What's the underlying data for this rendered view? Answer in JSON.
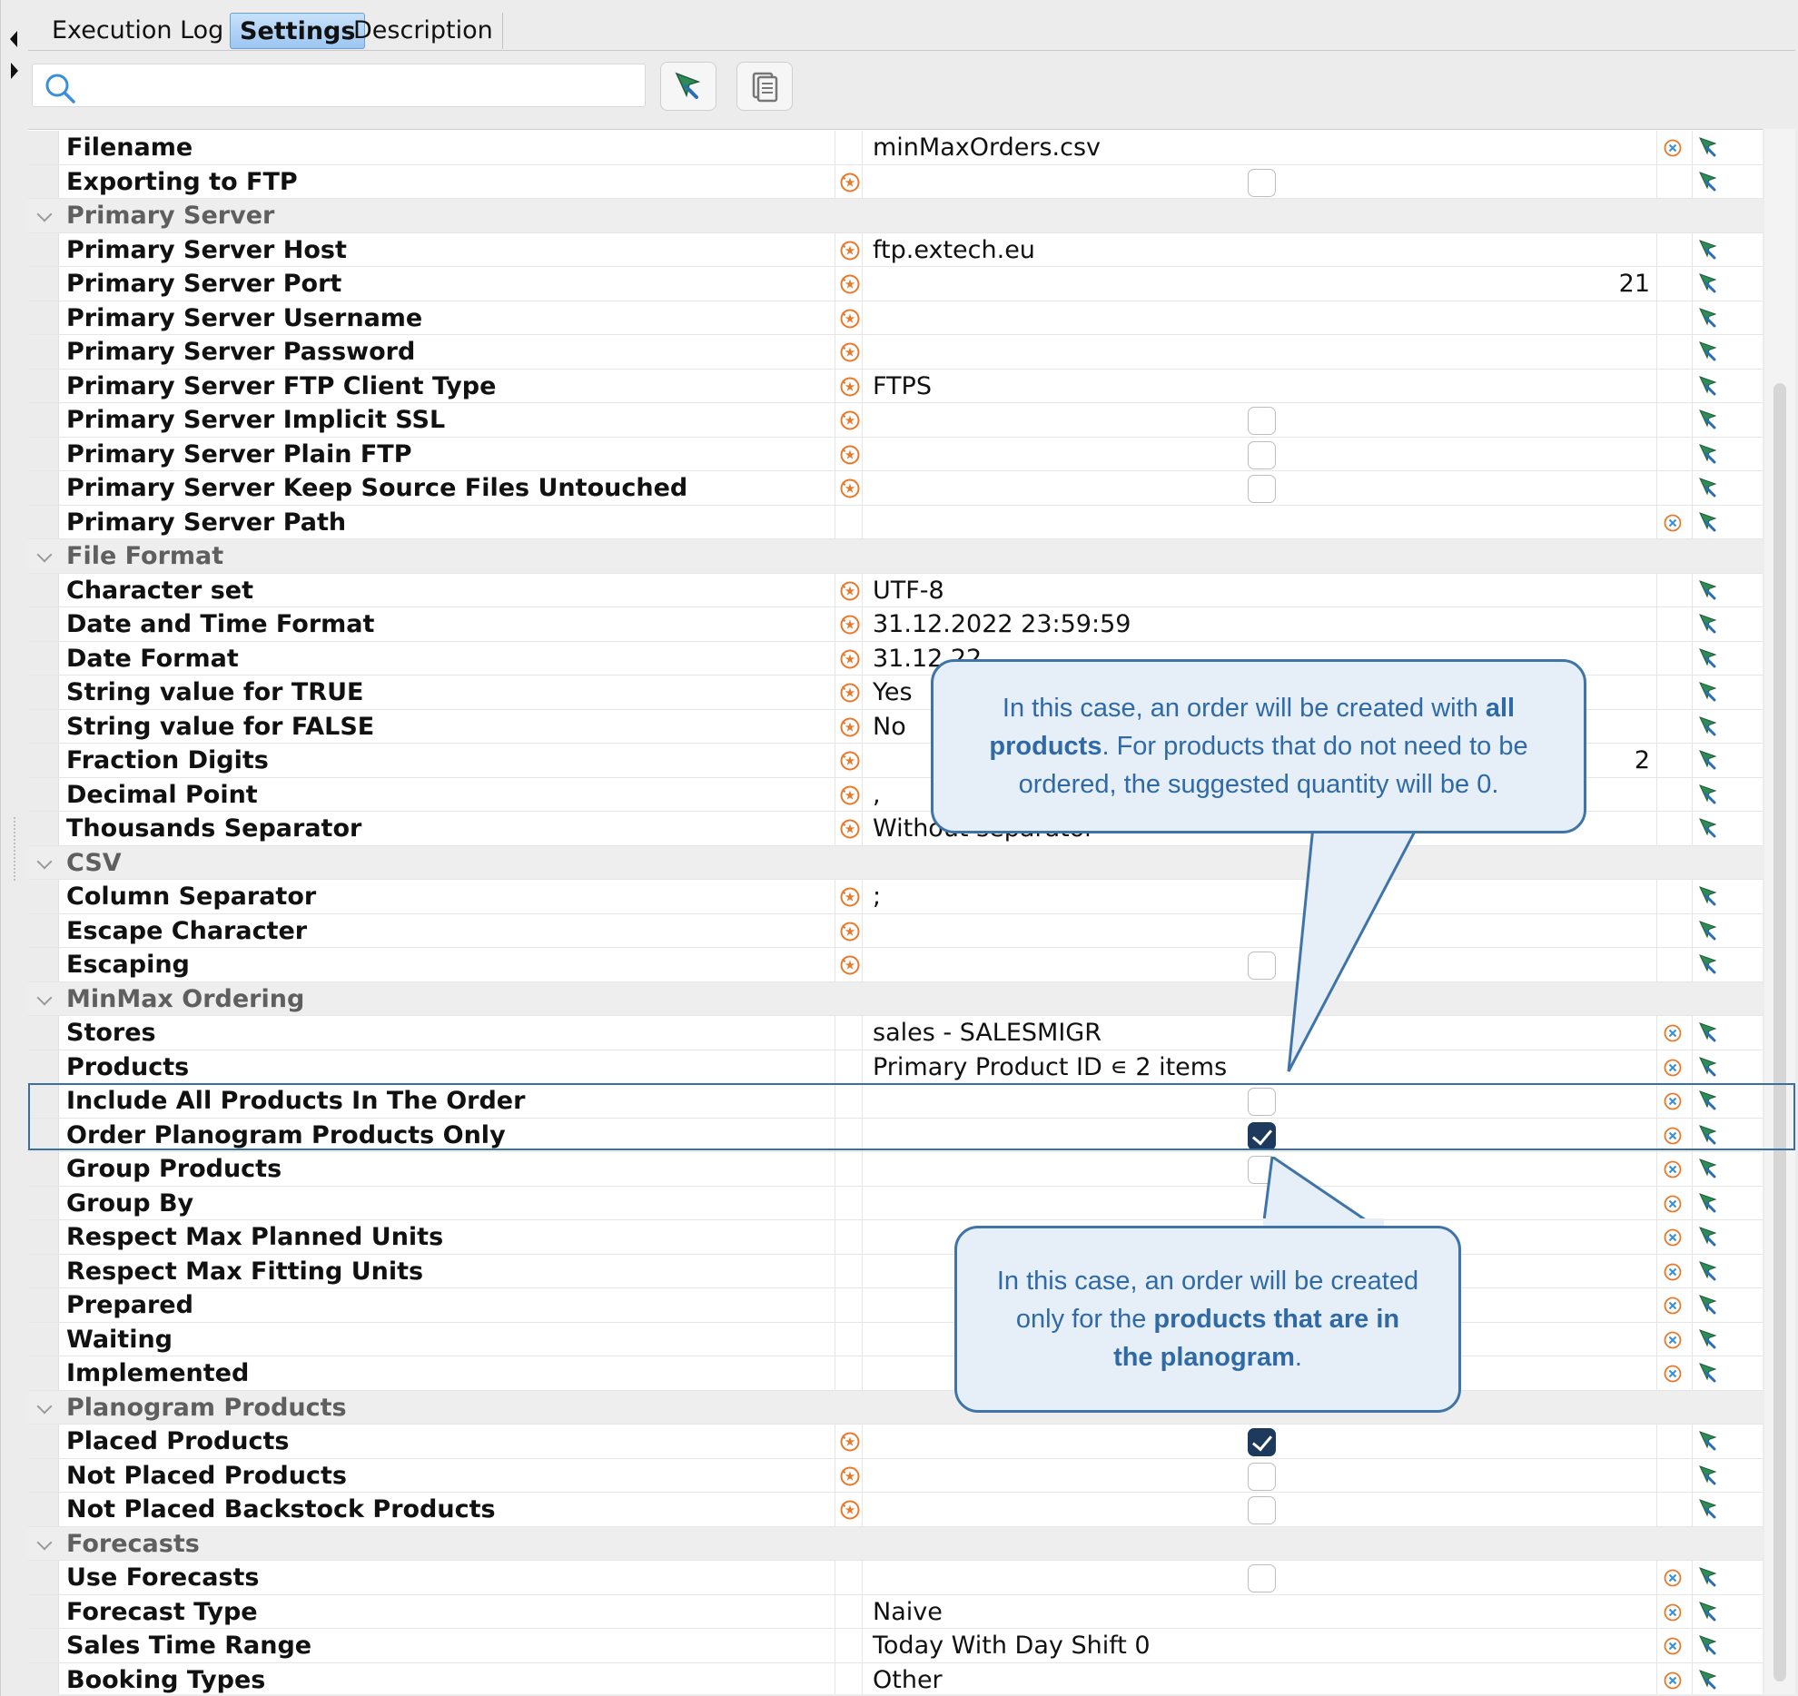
{
  "tabs": [
    {
      "label": "Execution Log",
      "active": false
    },
    {
      "label": "Settings",
      "active": true
    },
    {
      "label": "Description",
      "active": false
    }
  ],
  "search": {
    "placeholder": "",
    "value": ""
  },
  "rows": [
    {
      "type": "item",
      "label": "Filename",
      "ref": false,
      "value": "minMaxOrders.csv",
      "clear": true
    },
    {
      "type": "item",
      "label": "Exporting to FTP",
      "ref": true,
      "checkbox": false
    },
    {
      "type": "group",
      "label": "Primary Server"
    },
    {
      "type": "item",
      "label": "Primary Server Host",
      "ref": true,
      "value": "ftp.extech.eu"
    },
    {
      "type": "item",
      "label": "Primary Server Port",
      "ref": true,
      "num": "21"
    },
    {
      "type": "item",
      "label": "Primary Server Username",
      "ref": true
    },
    {
      "type": "item",
      "label": "Primary Server Password",
      "ref": true
    },
    {
      "type": "item",
      "label": "Primary Server FTP Client Type",
      "ref": true,
      "value": "FTPS"
    },
    {
      "type": "item",
      "label": "Primary Server Implicit SSL",
      "ref": true,
      "checkbox": false
    },
    {
      "type": "item",
      "label": "Primary Server Plain FTP",
      "ref": true,
      "checkbox": false
    },
    {
      "type": "item",
      "label": "Primary Server Keep Source Files Untouched",
      "ref": true,
      "checkbox": false
    },
    {
      "type": "item",
      "label": "Primary Server Path",
      "ref": false,
      "clear": true
    },
    {
      "type": "group",
      "label": "File Format"
    },
    {
      "type": "item",
      "label": "Character set",
      "ref": true,
      "value": "UTF-8"
    },
    {
      "type": "item",
      "label": "Date and Time Format",
      "ref": true,
      "value": "31.12.2022 23:59:59"
    },
    {
      "type": "item",
      "label": "Date Format",
      "ref": true,
      "value": "31.12.22"
    },
    {
      "type": "item",
      "label": "String value for TRUE",
      "ref": true,
      "value": "Yes"
    },
    {
      "type": "item",
      "label": "String value for FALSE",
      "ref": true,
      "value": "No"
    },
    {
      "type": "item",
      "label": "Fraction Digits",
      "ref": true,
      "num": "2"
    },
    {
      "type": "item",
      "label": "Decimal Point",
      "ref": true,
      "value": ","
    },
    {
      "type": "item",
      "label": "Thousands Separator",
      "ref": true,
      "value": "Without separator"
    },
    {
      "type": "group",
      "label": "CSV"
    },
    {
      "type": "item",
      "label": "Column Separator",
      "ref": true,
      "value": ";"
    },
    {
      "type": "item",
      "label": "Escape Character",
      "ref": true
    },
    {
      "type": "item",
      "label": "Escaping",
      "ref": true,
      "checkbox": false
    },
    {
      "type": "group",
      "label": "MinMax Ordering"
    },
    {
      "type": "item",
      "label": "Stores",
      "ref": false,
      "value": "sales - SALESMIGR",
      "clear": true
    },
    {
      "type": "item",
      "label": "Products",
      "ref": false,
      "value": "Primary Product ID ∊ 2 items",
      "clear": true
    },
    {
      "type": "item",
      "label": "Include All Products In The Order",
      "ref": false,
      "checkbox": false,
      "clear": true
    },
    {
      "type": "item",
      "label": "Order Planogram Products Only",
      "ref": false,
      "checkbox": true,
      "clear": true
    },
    {
      "type": "item",
      "label": "Group Products",
      "ref": false,
      "checkbox": false,
      "clear": true
    },
    {
      "type": "item",
      "label": "Group By",
      "ref": false,
      "clear": true
    },
    {
      "type": "item",
      "label": "Respect Max Planned Units",
      "ref": false,
      "clear": true
    },
    {
      "type": "item",
      "label": "Respect Max Fitting Units",
      "ref": false,
      "clear": true
    },
    {
      "type": "item",
      "label": "Prepared",
      "ref": false,
      "clear": true
    },
    {
      "type": "item",
      "label": "Waiting",
      "ref": false,
      "clear": true
    },
    {
      "type": "item",
      "label": "Implemented",
      "ref": false,
      "clear": true
    },
    {
      "type": "group",
      "label": "Planogram Products"
    },
    {
      "type": "item",
      "label": "Placed Products",
      "ref": true,
      "checkbox": true
    },
    {
      "type": "item",
      "label": "Not Placed Products",
      "ref": true,
      "checkbox": false
    },
    {
      "type": "item",
      "label": "Not Placed Backstock Products",
      "ref": true,
      "checkbox": false
    },
    {
      "type": "group",
      "label": "Forecasts"
    },
    {
      "type": "item",
      "label": "Use Forecasts",
      "ref": false,
      "checkbox": false,
      "clear": true
    },
    {
      "type": "item",
      "label": "Forecast Type",
      "ref": false,
      "value": "Naive",
      "clear": true
    },
    {
      "type": "item",
      "label": "Sales Time Range",
      "ref": false,
      "value": "Today With Day Shift 0",
      "clear": true
    },
    {
      "type": "item",
      "label": "Booking Types",
      "ref": false,
      "value": "Other",
      "clear": true
    }
  ],
  "callouts": {
    "top": {
      "part1": "In this case, an order will be created with ",
      "bold1": "all products",
      "part2": ". For products that do not need to be ordered, the suggested quantity will be 0."
    },
    "bottom": {
      "part1": "In this case, an order will be created only for the ",
      "bold1": "products that are in the planogram",
      "part2": "."
    }
  },
  "colors": {
    "accent": "#3f74a8",
    "callout_bg": "#e6eff8",
    "callout_text": "#2f6aa7",
    "ref_icon": "#e8792a",
    "apply_icon": "#2e8b57",
    "checkbox_checked": "#1d3a5c"
  }
}
